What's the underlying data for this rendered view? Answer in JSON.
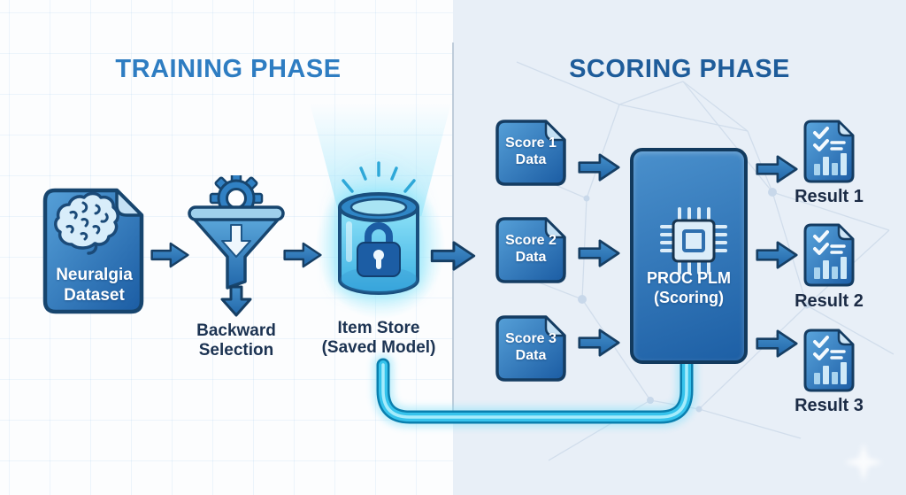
{
  "training": {
    "title": "TRAINING PHASE",
    "dataset": {
      "line1": "Neuralgia",
      "line2": "Dataset"
    },
    "selection": {
      "line1": "Backward",
      "line2": "Selection"
    },
    "item_store": {
      "line1": "Item Store",
      "line2": "(Saved Model)"
    }
  },
  "scoring": {
    "title": "SCORING PHASE",
    "inputs": [
      {
        "line1": "Score 1",
        "line2": "Data"
      },
      {
        "line1": "Score 2",
        "line2": "Data"
      },
      {
        "line1": "Score 3",
        "line2": "Data"
      }
    ],
    "processor": {
      "line1": "PROC PLM",
      "line2": "(Scoring)"
    },
    "results": [
      {
        "label": "Result 1"
      },
      {
        "label": "Result 2"
      },
      {
        "label": "Result 3"
      }
    ]
  },
  "icons": {
    "dataset": "brain-document-icon",
    "selection": "gear-funnel-icon",
    "item_store": "locked-database-cylinder-icon",
    "processor": "cpu-chip-icon",
    "input": "data-document-icon",
    "result": "report-checklist-icon",
    "connector": "glowing-pipe"
  },
  "colors": {
    "training_title": "#2e7dc2",
    "scoring_title": "#1e5c9a",
    "left_background": "#fcfdfe",
    "right_background": "#e8eff7",
    "card_blue_light": "#4f9bd4",
    "card_blue_dark": "#1d5fa5",
    "arrow_blue": "#2f77b8",
    "outline_navy": "#163e63",
    "pipe_cyan": "#36c3ec",
    "label_navy": "#1c3352"
  }
}
